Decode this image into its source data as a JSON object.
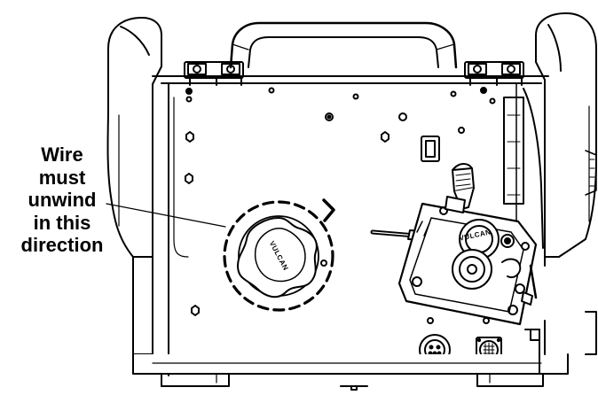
{
  "callout": {
    "lines": [
      "Wire",
      "must",
      "unwind",
      "in this",
      "direction"
    ]
  },
  "branding": {
    "spool_knob_text": "VULCAN",
    "drive_roll_text": "VULCAN"
  },
  "colors": {
    "line": "#000000",
    "background": "#ffffff",
    "shade": "#e6e6e6"
  }
}
